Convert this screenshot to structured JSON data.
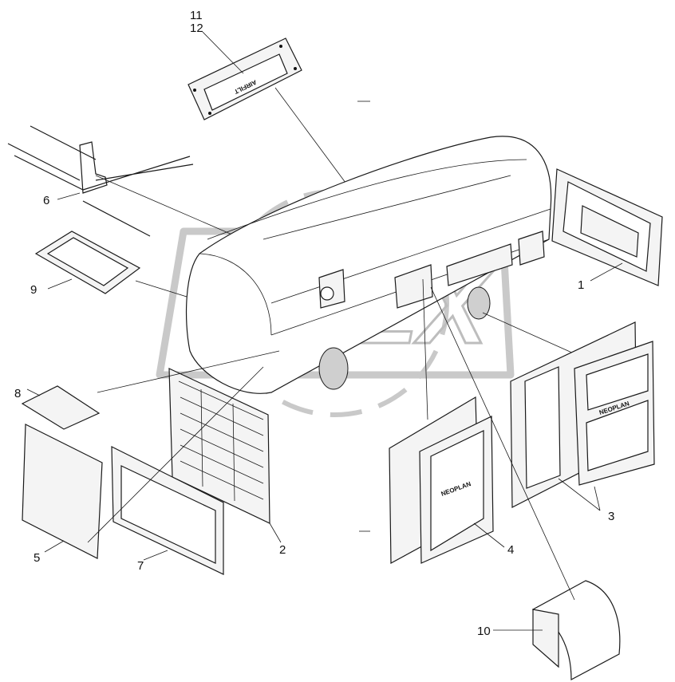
{
  "diagram": {
    "labels": {
      "p1": "1",
      "p2": "2",
      "p3": "3",
      "p4": "4",
      "p5": "5",
      "p6": "6",
      "p7": "7",
      "p8": "8",
      "p9": "9",
      "p10": "10",
      "p11": "11",
      "p12": "12"
    },
    "panel_text": {
      "airfilter_plate": "AIRFILT",
      "door_left": "NEOPLAN",
      "door_right": "NEOPLAN"
    },
    "watermark": "OPEX"
  }
}
